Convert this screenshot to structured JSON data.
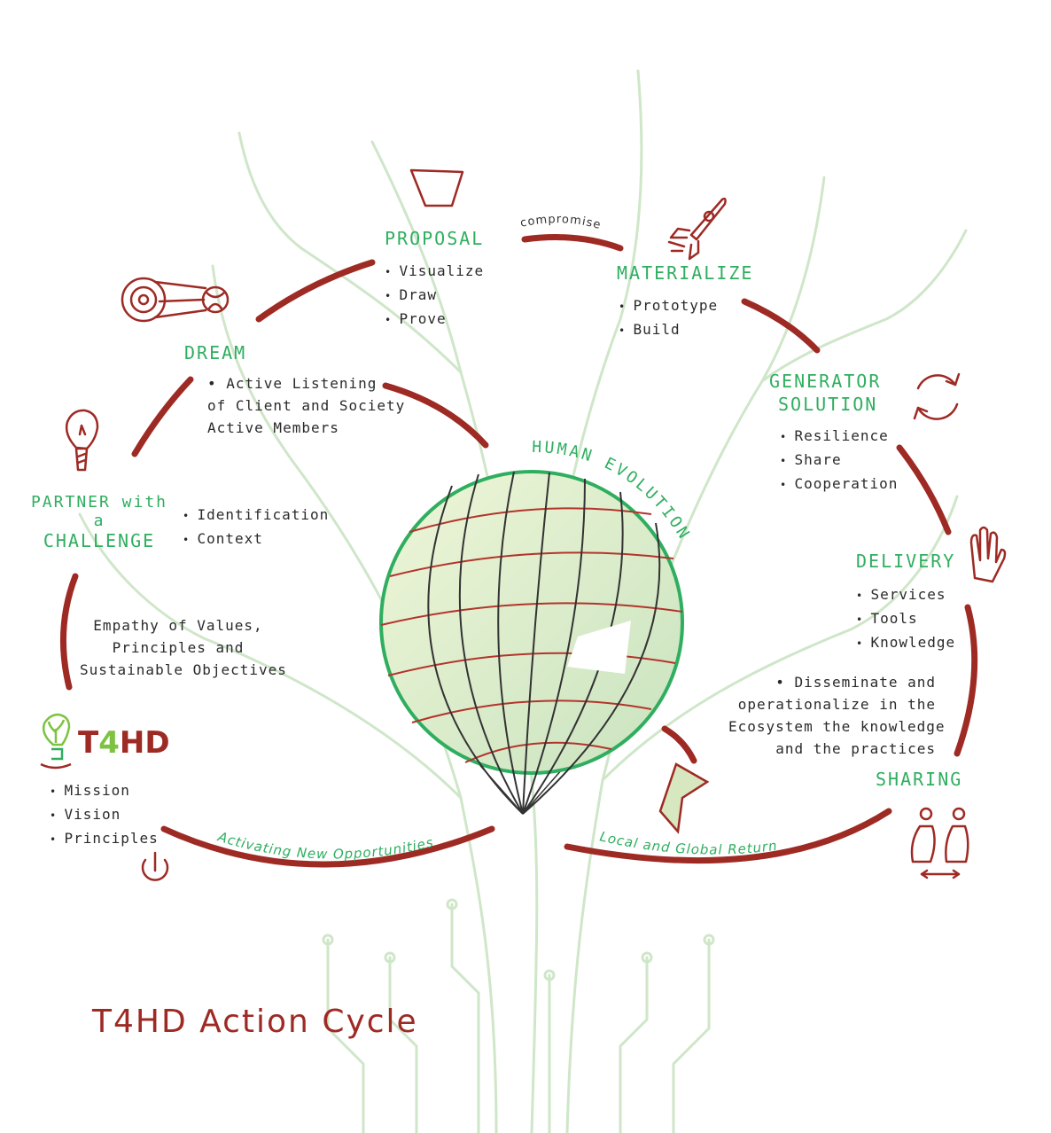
{
  "page_title": "T4HD Action Cycle",
  "colors": {
    "accent_green": "#2fae5f",
    "accent_red": "#9e2a24",
    "tree_green": "#cfe6c9"
  },
  "center": {
    "label": "HUMAN EVOLUTION"
  },
  "logo": {
    "text_t": "T",
    "text_4": "4",
    "text_hd": "HD",
    "icon": "lightbulb-plant-icon"
  },
  "stages": {
    "proposal": {
      "title": "PROPOSAL",
      "items": [
        "Visualize",
        "Draw",
        "Prove"
      ],
      "icon": "bucket-icon"
    },
    "materialize": {
      "title": "MATERIALIZE",
      "items": [
        "Prototype",
        "Build"
      ],
      "icon": "rocket-icon"
    },
    "generator": {
      "title_line1": "GENERATOR",
      "title_line2": "SOLUTION",
      "items": [
        "Resilience",
        "Share",
        "Cooperation"
      ],
      "icon": "cycle-arrows-icon"
    },
    "delivery": {
      "title": "DELIVERY",
      "items": [
        "Services",
        "Tools",
        "Knowledge"
      ],
      "icon": "hand-icon"
    },
    "sharing": {
      "title": "SHARING",
      "text": [
        "• Disseminate and",
        "operationalize in the",
        "Ecosystem the knowledge",
        "and the practices"
      ],
      "icon": "people-exchange-icon"
    },
    "dream": {
      "title": "DREAM",
      "text": [
        "• Active Listening",
        "of Client and Society",
        "Active Members"
      ],
      "icon": "comet-icon"
    },
    "partner": {
      "title_line1": "PARTNER with",
      "title_line2": "a",
      "title_line3": "CHALLENGE",
      "items": [
        "Identification",
        "Context"
      ],
      "icon": "lightbulb-icon"
    },
    "empathy": {
      "text": [
        "Empathy of Values,",
        "Principles and",
        "Sustainable Objectives"
      ]
    },
    "t4hd": {
      "items": [
        "Mission",
        "Vision",
        "Principles"
      ],
      "icon": "power-icon"
    }
  },
  "arc_labels": {
    "compromise": "compromise",
    "activating": "Activating New Opportunities",
    "local_global": "Local and Global Return"
  }
}
